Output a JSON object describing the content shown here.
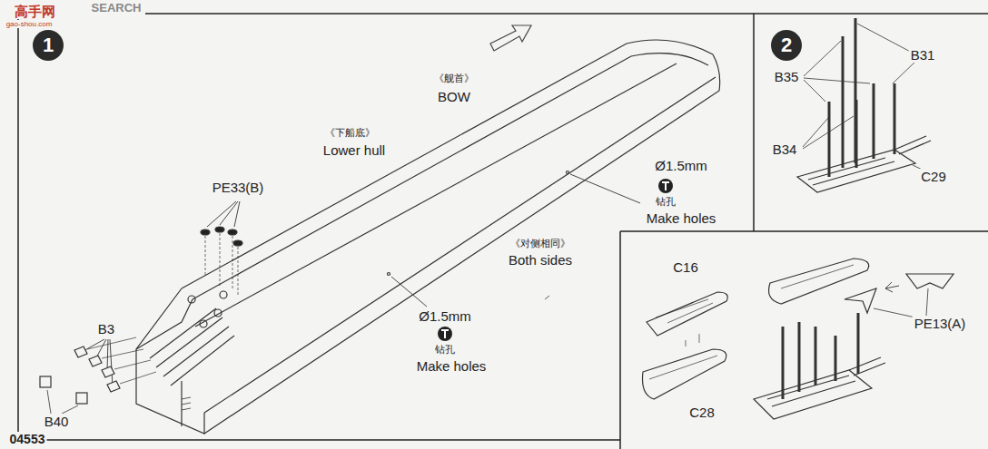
{
  "diagram": {
    "nodes": [
      {
        "text": [
          "1"
        ]
      },
      {
        "text": [
          "2"
        ]
      }
    ],
    "labels": [
      "高手网",
      "SEARCH",
      "gao-shou.com",
      "《舰首》",
      "BOW",
      "《下船底》",
      "Lower hull",
      "PE33(B)",
      "Ø1.5mm",
      "钻孔",
      "Make holes",
      "《对侧相同》",
      "Both sides",
      "Ø1.5mm",
      "钻孔",
      "Make holes",
      "B3",
      "B40",
      "B35",
      "B31",
      "B34",
      "C29",
      "C16",
      "C28",
      "PE13(A)",
      "04553"
    ]
  }
}
